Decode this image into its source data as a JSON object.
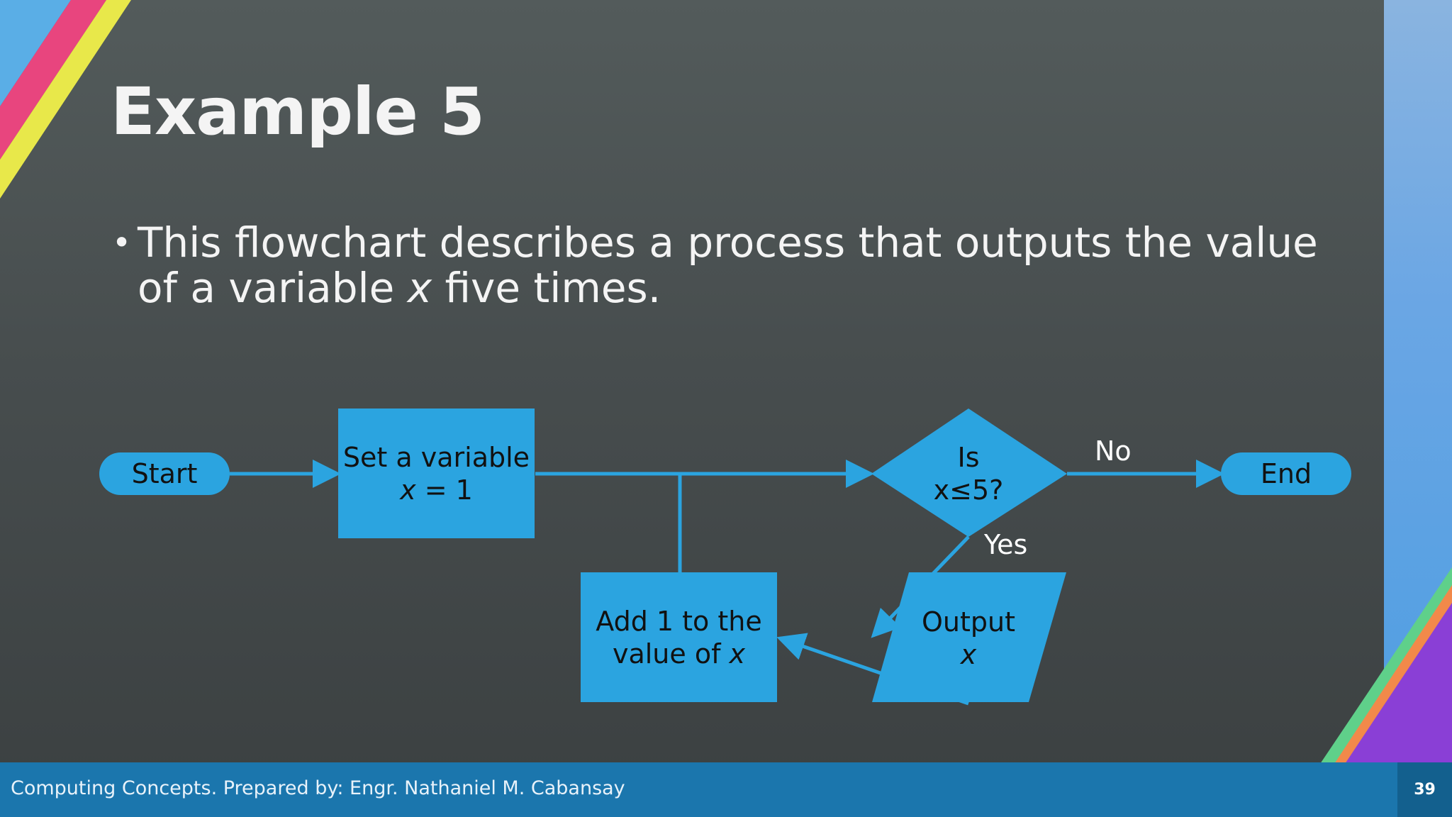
{
  "slide": {
    "title": "Example 5",
    "bullet_marker": "•",
    "bullet_parts": [
      "This flowchart describes a process that outputs the value of a variable ",
      "x",
      " five times."
    ]
  },
  "flowchart": {
    "start": "Start",
    "set_line1": "Set a variable",
    "set_var": "x",
    "set_rest": " = 1",
    "decision_line1": "Is",
    "decision_line2": "x≤5?",
    "no_label": "No",
    "yes_label": "Yes",
    "end": "End",
    "output_line1": "Output",
    "output_var": "x",
    "add_line1": "Add 1 to the",
    "add_line2_pre": "value of ",
    "add_var": "x"
  },
  "footer": {
    "text": "Computing Concepts. Prepared by: Engr. Nathaniel M. Cabansay",
    "page_number": "39"
  },
  "colors": {
    "node_fill": "#2ba4e0",
    "connector": "#2ba4e0",
    "footer": "#1b76ad",
    "background": "#4a5051"
  }
}
